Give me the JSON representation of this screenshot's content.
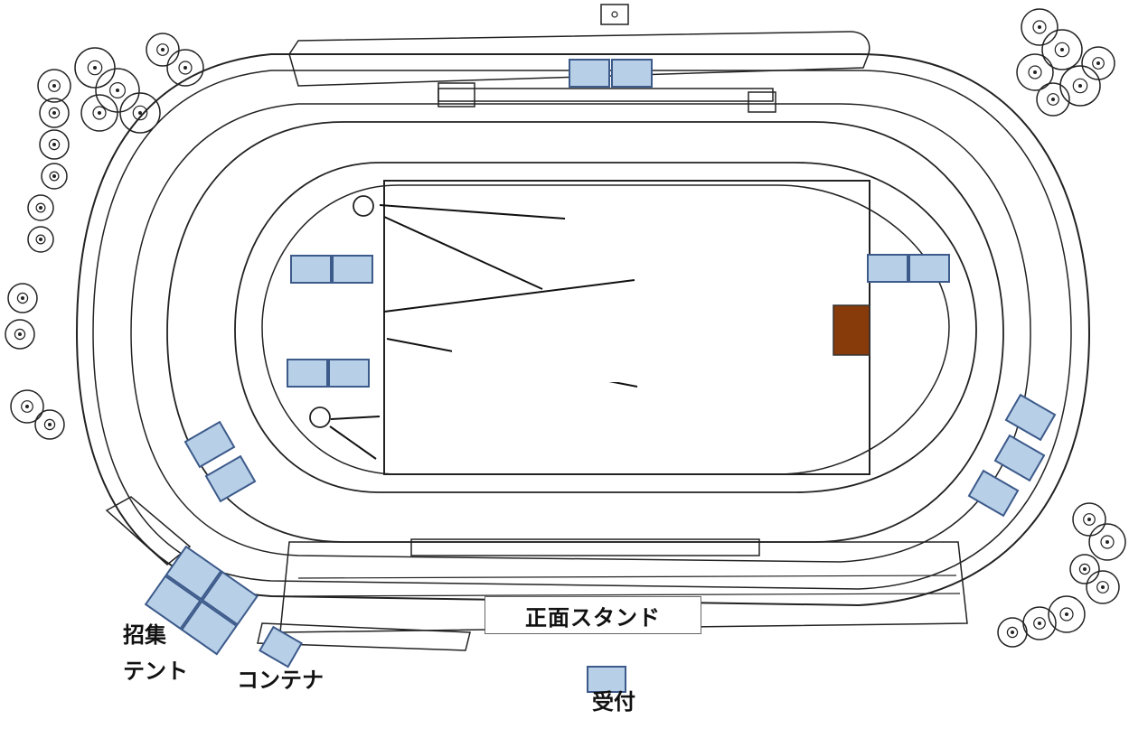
{
  "map": {
    "labels": {
      "front_stand": "正面スタンド",
      "gathering_tent_line1": "招集",
      "gathering_tent_line2": "テント",
      "container": "コンテナ",
      "reception": "受付"
    },
    "colors": {
      "tent_fill": "#b8cfe8",
      "tent_border": "#3c5a8a",
      "special_fill": "#873a0a",
      "linework": "#222222",
      "background": "#ffffff"
    },
    "icons": [
      "tree-icon"
    ]
  }
}
